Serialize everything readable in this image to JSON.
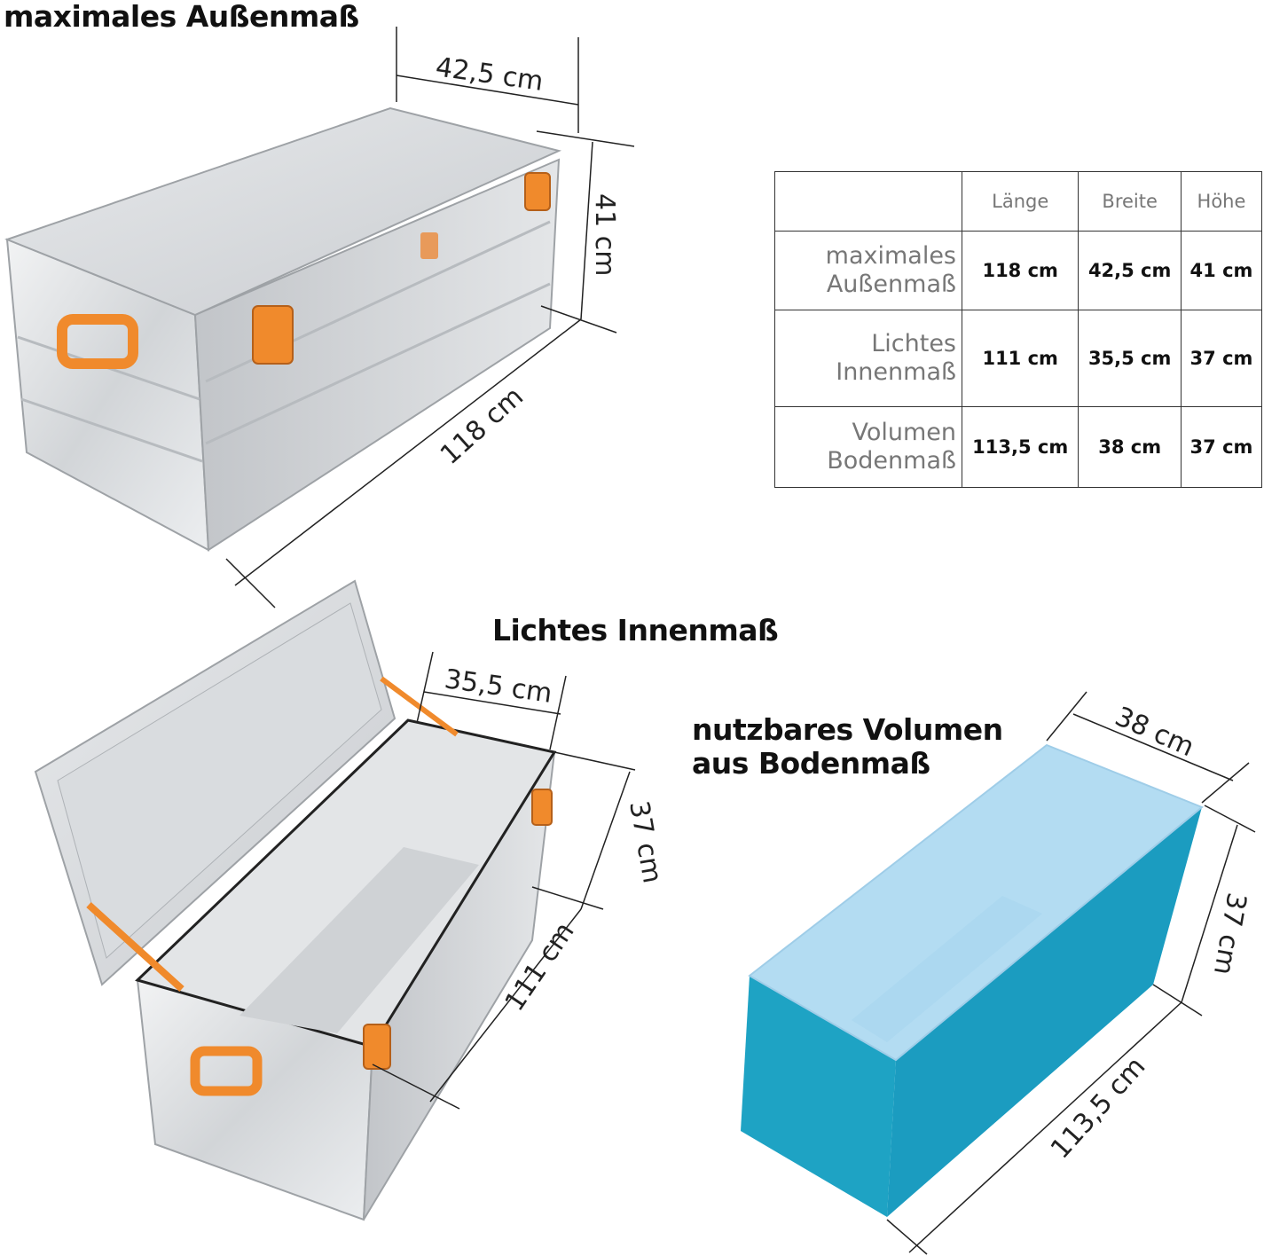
{
  "headings": {
    "outer": "maximales Außenmaß",
    "inner": "Lichtes Innenmaß",
    "volume_line1": "nutzbares Volumen",
    "volume_line2": "aus Bodenmaß"
  },
  "dimension_labels": {
    "outer_width": "42,5 cm",
    "outer_height": "41 cm",
    "outer_length": "118 cm",
    "inner_width": "35,5 cm",
    "inner_height": "37 cm",
    "inner_length": "111 cm",
    "volume_width": "38 cm",
    "volume_height": "37 cm",
    "volume_length": "113,5 cm"
  },
  "table": {
    "columns": [
      "",
      "Länge",
      "Breite",
      "Höhe"
    ],
    "rows": [
      {
        "label_line1": "maximales",
        "label_line2": "Außenmaß",
        "values": [
          "118 cm",
          "42,5 cm",
          "41 cm"
        ]
      },
      {
        "label_line1": "Lichtes",
        "label_line2": "Innenmaß",
        "values": [
          "111 cm",
          "35,5 cm",
          "37 cm"
        ]
      },
      {
        "label_line1": "Volumen",
        "label_line2": "Bodenmaß",
        "values": [
          "113,5 cm",
          "38 cm",
          "37 cm"
        ]
      }
    ]
  },
  "colors": {
    "aluminium": "#d6d9dc",
    "handle_orange": "#f08a2c",
    "volume_top": "#b3dcf2",
    "volume_side": "#1ea3c4"
  }
}
